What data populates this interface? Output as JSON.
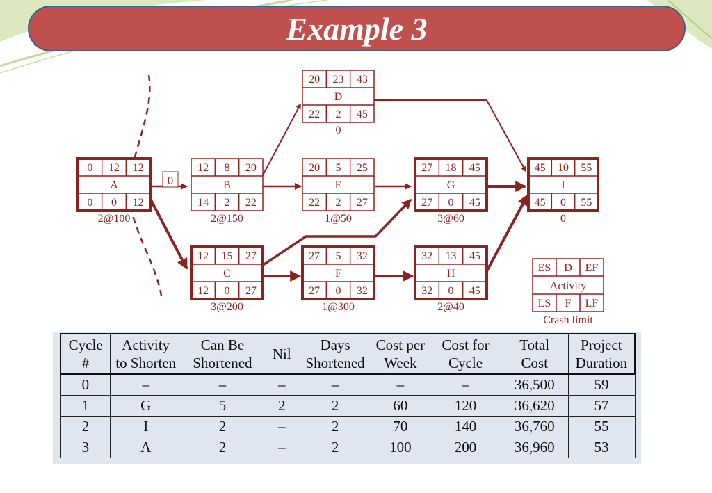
{
  "title": "Example 3",
  "network": {
    "nodes": [
      {
        "id": "A",
        "es": "0",
        "d": "12",
        "ef": "12",
        "ls": "0",
        "f": "0",
        "lf": "12",
        "crash": "2@100"
      },
      {
        "id": "B",
        "es": "12",
        "d": "8",
        "ef": "20",
        "ls": "14",
        "f": "2",
        "lf": "22",
        "crash": "2@150"
      },
      {
        "id": "C",
        "es": "12",
        "d": "15",
        "ef": "27",
        "ls": "12",
        "f": "0",
        "lf": "27",
        "crash": "3@200"
      },
      {
        "id": "D",
        "es": "20",
        "d": "23",
        "ef": "43",
        "ls": "22",
        "f": "2",
        "lf": "45",
        "crash": "0"
      },
      {
        "id": "E",
        "es": "20",
        "d": "5",
        "ef": "25",
        "ls": "22",
        "f": "2",
        "lf": "27",
        "crash": "1@50"
      },
      {
        "id": "F",
        "es": "27",
        "d": "5",
        "ef": "32",
        "ls": "27",
        "f": "0",
        "lf": "32",
        "crash": "1@300"
      },
      {
        "id": "G",
        "es": "27",
        "d": "18",
        "ef": "45",
        "ls": "27",
        "f": "0",
        "lf": "45",
        "crash": "3@60"
      },
      {
        "id": "H",
        "es": "32",
        "d": "13",
        "ef": "45",
        "ls": "32",
        "f": "0",
        "lf": "45",
        "crash": "2@40"
      },
      {
        "id": "I",
        "es": "45",
        "d": "10",
        "ef": "55",
        "ls": "45",
        "f": "0",
        "lf": "55",
        "crash": "0"
      }
    ],
    "arrow_label": "0"
  },
  "legend": {
    "es": "ES",
    "d": "D",
    "ef": "EF",
    "activity": "Activity",
    "ls": "LS",
    "f": "F",
    "lf": "LF",
    "crash": "Crash limit"
  },
  "table": {
    "headers": [
      [
        "Cycle",
        "#"
      ],
      [
        "Activity",
        "to Shorten"
      ],
      [
        "Can Be",
        "Shortened"
      ],
      [
        "Nil",
        ""
      ],
      [
        "Days",
        "Shortened"
      ],
      [
        "Cost per",
        "Week"
      ],
      [
        "Cost for",
        "Cycle"
      ],
      [
        "Total",
        "Cost"
      ],
      [
        "Project",
        "Duration"
      ]
    ],
    "rows": [
      [
        "0",
        "–",
        "–",
        "–",
        "–",
        "–",
        "–",
        "36,500",
        "59"
      ],
      [
        "1",
        "G",
        "5",
        "2",
        "2",
        "60",
        "120",
        "36,620",
        "57"
      ],
      [
        "2",
        "I",
        "2",
        "–",
        "2",
        "70",
        "140",
        "36,760",
        "55"
      ],
      [
        "3",
        "A",
        "2",
        "–",
        "2",
        "100",
        "200",
        "36,960",
        "53"
      ]
    ]
  },
  "colors": {
    "banner": "#c0504d",
    "banner_border": "#3f5f8a",
    "network": "#8b2323",
    "table_bg": "#dfe6f0"
  }
}
